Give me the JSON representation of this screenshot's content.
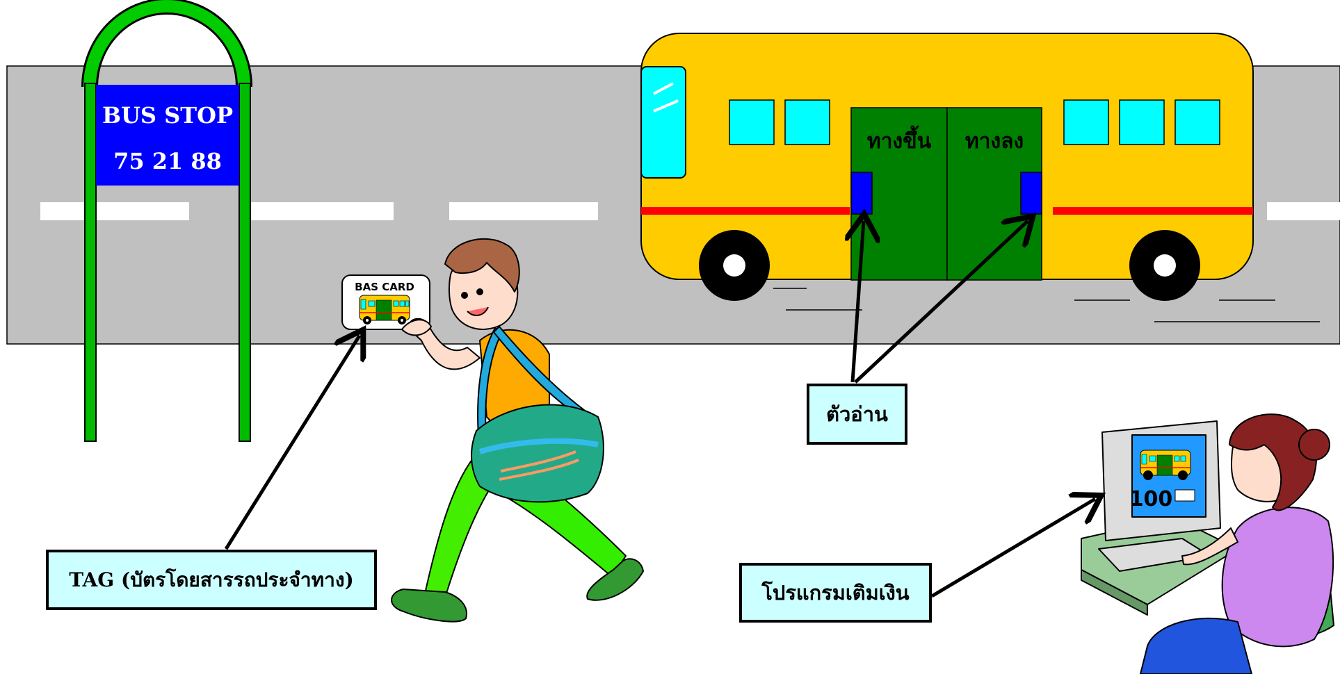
{
  "bus_stop": {
    "title": "BUS STOP",
    "routes": "75 21 88"
  },
  "bus": {
    "door_in_label": "ทางขึ้น",
    "door_out_label": "ทางลง"
  },
  "card": {
    "label": "BAS CARD"
  },
  "monitor": {
    "balance": "100"
  },
  "callouts": {
    "tag": "TAG (บัตรโดยสารรถประจำทาง)",
    "reader": "ตัวอ่าน",
    "program": "โปรแกรมเติมเงิน"
  },
  "colors": {
    "road": "#c0c0c0",
    "bus_body": "#ffcc00",
    "bus_window": "#00ffff",
    "bus_door": "#008000",
    "bus_stripe": "#ff0000",
    "reader": "#0000ff",
    "sign": "#0000ff",
    "pole": "#00cc00",
    "callout_fill": "#ccffff"
  }
}
